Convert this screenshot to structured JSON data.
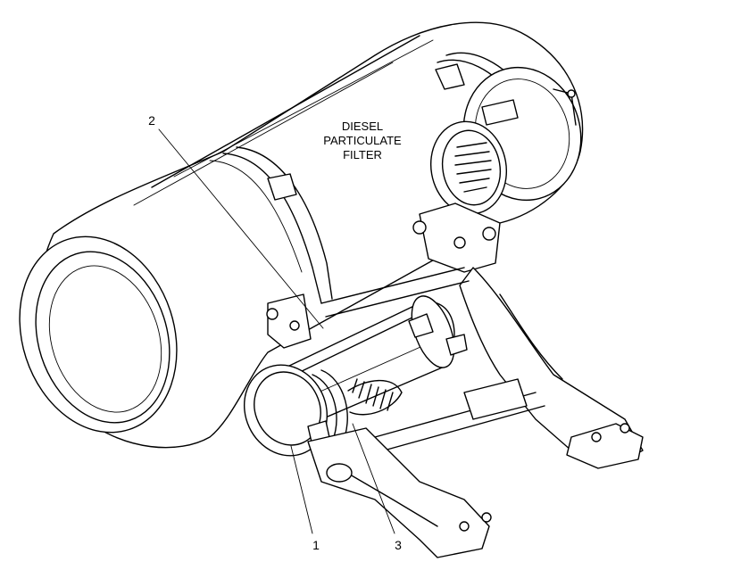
{
  "diagram": {
    "main_label": [
      "DIESEL",
      "PARTICULATE",
      "FILTER"
    ],
    "callouts": [
      "1",
      "2",
      "3"
    ]
  }
}
